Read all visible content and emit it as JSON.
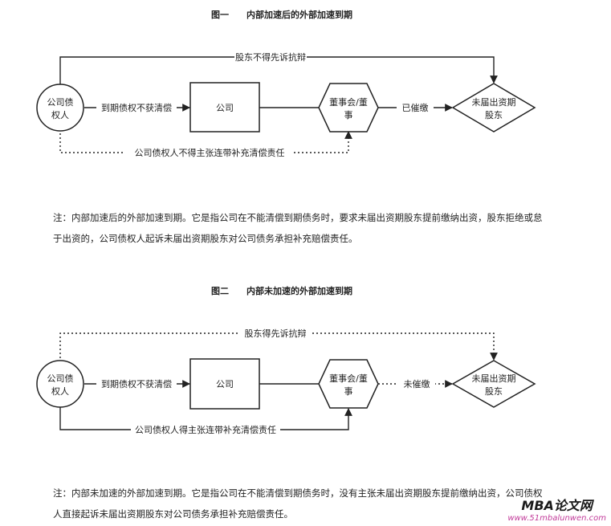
{
  "diagram1": {
    "title": "图一　　内部加速后的外部加速到期",
    "creditor": [
      "公司债",
      "权人"
    ],
    "company": "公司",
    "board": [
      "董事会/董",
      "事"
    ],
    "shareholder": [
      "未届出资期",
      "股东"
    ],
    "edge_top": "股东不得先诉抗辩",
    "edge_creditor_company": "到期债权不获清偿",
    "edge_board_shareholder": "已催缴",
    "edge_bottom": "公司债权人不得主张连带补充清偿责任",
    "note": "注：内部加速后的外部加速到期。它是指公司在不能清偿到期债务时，要求未届出资期股东提前缴纳出资，股东拒绝或怠于出资的，公司债权人起诉未届出资期股东对公司债务承担补充赔偿责任。"
  },
  "diagram2": {
    "title": "图二　　内部未加速的外部加速到期",
    "creditor": [
      "公司债",
      "权人"
    ],
    "company": "公司",
    "board": [
      "董事会/董",
      "事"
    ],
    "shareholder": [
      "未届出资期",
      "股东"
    ],
    "edge_top": "股东得先诉抗辩",
    "edge_creditor_company": "到期债权不获清偿",
    "edge_board_shareholder": "未催缴",
    "edge_bottom": "公司债权人得主张连带补充清偿责任",
    "note": "注：内部未加速的外部加速到期。它是指公司在不能清偿到期债务时，没有主张未届出资期股东提前缴纳出资，公司债权人直接起诉未届出资期股东对公司债务承担补充赔偿责任。"
  },
  "watermark": {
    "title": "MBA论文网",
    "url": "www.51mbalunwen.com"
  }
}
